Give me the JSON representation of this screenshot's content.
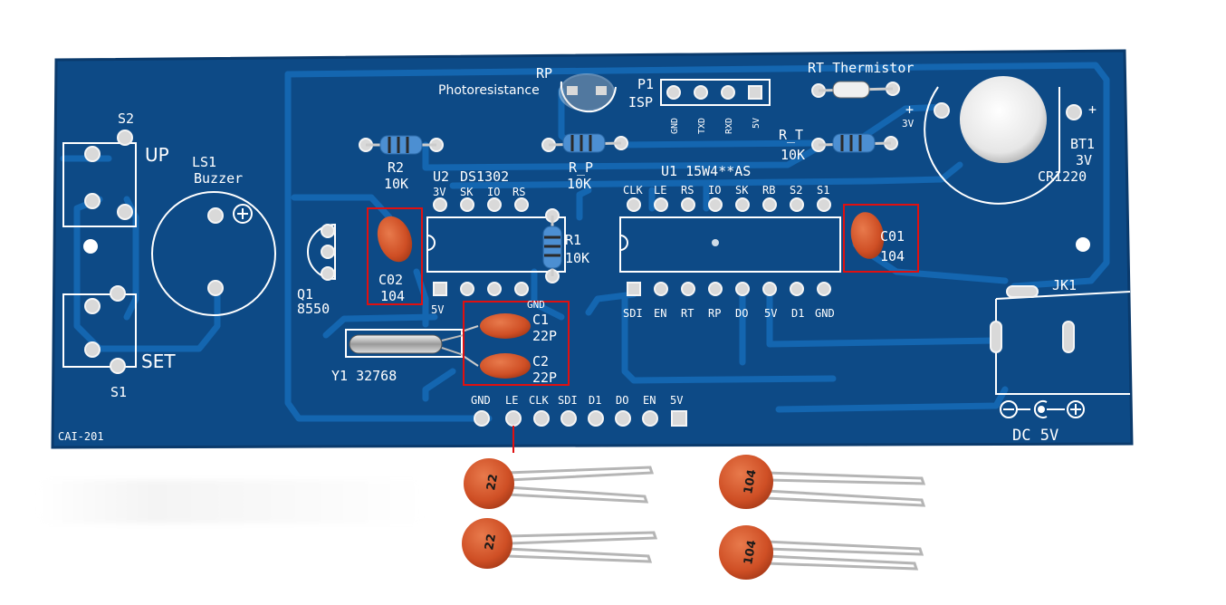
{
  "board": {
    "id": "CAI-201",
    "colors": {
      "pcb": "#0d4a86",
      "trace": "#1466b0",
      "silk": "#ffffff",
      "pad": "#e6e6e6",
      "cap": "#d7552c",
      "highlight": "#e01010"
    }
  },
  "labels": {
    "rp": "RP",
    "photoresistance": "Photoresistance",
    "p1": "P1",
    "isp": "ISP",
    "isp_pins": [
      "GND",
      "TXD",
      "RXD",
      "5V"
    ],
    "rt_thermistor": "RT  Thermistor",
    "r_t": "R_T",
    "r_t_val": "10K",
    "r_p": "R_P",
    "r_p_val": "10K",
    "r2": "R2",
    "r2_val": "10K",
    "r1": "R1",
    "r1_val": "10K",
    "s2": "S2",
    "up": "UP",
    "s1": "S1",
    "set": "SET",
    "ls1": "LS1",
    "buzzer": "Buzzer",
    "u2": "U2",
    "ds1302": "DS1302",
    "u2_top_pins": [
      "3V",
      "SK",
      "IO",
      "RS"
    ],
    "u2_5v": "5V",
    "u2_gnd": "GND",
    "u1": "U1 15W4**AS",
    "u1_top_pins": [
      "CLK",
      "LE",
      "RS",
      "IO",
      "SK",
      "RB",
      "S2",
      "S1"
    ],
    "u1_bottom_pins": [
      "SDI",
      "EN",
      "RT",
      "RP",
      "DO",
      "5V",
      "D1",
      "GND"
    ],
    "q1": "Q1",
    "q1_val": "8550",
    "c02": "C02",
    "c02_val": "104",
    "c01": "C01",
    "c01_val": "104",
    "c1": "C1",
    "c1_val": "22P",
    "c2": "C2",
    "c2_val": "22P",
    "y1": "Y1  32768",
    "bt1": "BT1",
    "bt1_val": "3V",
    "cr1220": "CR1220",
    "plus3v": "+",
    "bt_3v": "3V",
    "bt_plus": "+",
    "jk1": "JK1",
    "dc5v": "DC  5V",
    "header_pins": [
      "GND",
      "LE",
      "CLK",
      "SDI",
      "D1",
      "DO",
      "EN",
      "5V"
    ]
  },
  "loose_caps": [
    {
      "label": "22"
    },
    {
      "label": "22"
    },
    {
      "label": "104"
    },
    {
      "label": "104"
    }
  ]
}
